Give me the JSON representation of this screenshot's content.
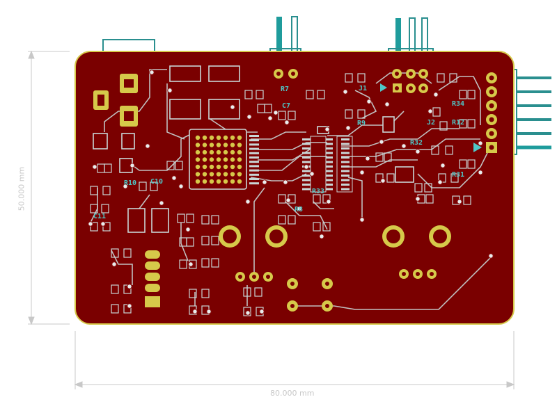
{
  "board": {
    "fill": "#7a0000",
    "outline": "#d6c94a",
    "copper": "#b0c4c4",
    "silk": "#4fc6c6",
    "pad": "#d6c94a"
  },
  "dimensions": {
    "width_label": "80.000 mm",
    "height_label": "50.000 mm",
    "line_color": "#c8c8c8"
  },
  "references": [
    "R7",
    "C7",
    "J1",
    "R9",
    "R34",
    "R12",
    "R32",
    "R31",
    "C10",
    "C11",
    "R10",
    "R8",
    "R33",
    "J2"
  ]
}
